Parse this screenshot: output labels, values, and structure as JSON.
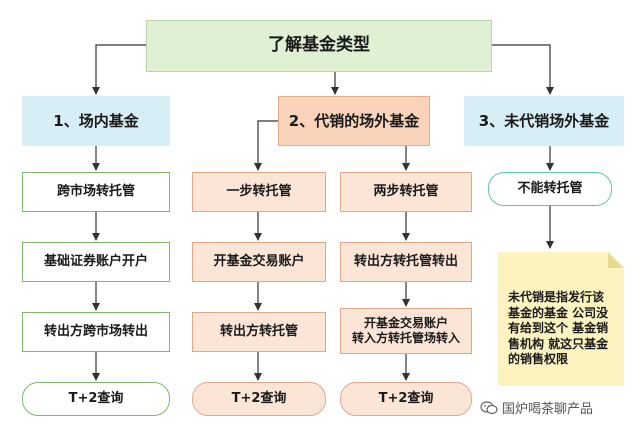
{
  "title": "了解基金类型",
  "categories": [
    {
      "label": "1、场内基金"
    },
    {
      "label": "2、代销的场外基金"
    },
    {
      "label": "3、未代销场外基金"
    }
  ],
  "col1": {
    "steps": [
      "跨市场转托管",
      "基础证券账户开户",
      "转出方跨市场转出"
    ],
    "result": "T+2查询"
  },
  "col2a": {
    "steps": [
      "一步转托管",
      "开基金交易账户",
      "转出方转托管"
    ],
    "result": "T+2查询"
  },
  "col2b": {
    "steps": [
      "两步转托管",
      "转出方转托管转出",
      "开基金交易账户\n转入方转托管场转入"
    ],
    "result": "T+2查询"
  },
  "col3": {
    "step": "不能转托管",
    "note": "未代销是指发行该\n基金的基金 公司没\n有给到这个 基金销\n售机构 就这只基金\n的销售权限"
  },
  "watermark": {
    "text": "国炉喝茶聊产品",
    "icon": "wechat-icon"
  },
  "colors": {
    "top_fill": "#dff0d4",
    "blue_fill": "#d8eef6",
    "orange_fill": "#fad4ba",
    "green_border": "#7fb86a",
    "peach_fill": "#fbe5d6",
    "teal_border": "#62c2a5",
    "note_fill": "#fdf3c0"
  }
}
